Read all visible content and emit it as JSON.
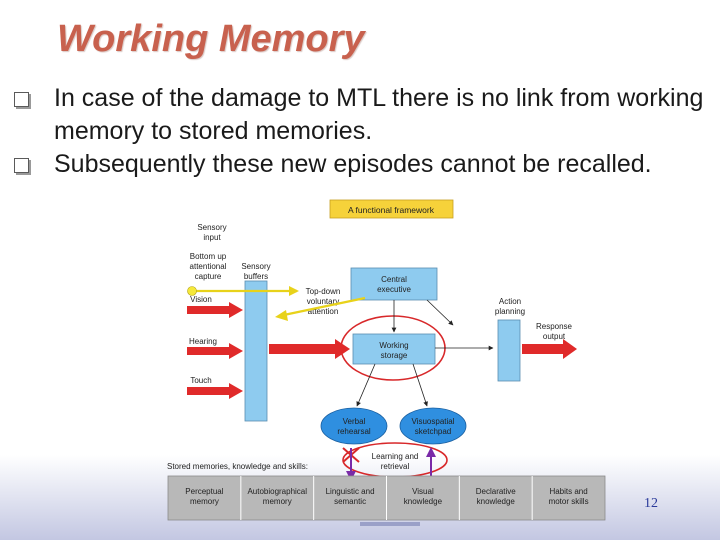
{
  "slide": {
    "title": "Working Memory",
    "bullets": [
      "In case of the damage to MTL there is no link from working memory to stored memories.",
      "Subsequently these new episodes cannot be recalled."
    ],
    "page_number": "12"
  },
  "diagram": {
    "framework_label": "A functional framework",
    "sensory_input_1": "Sensory",
    "sensory_input_2": "input",
    "bottom_up_1": "Bottom up",
    "bottom_up_2": "attentional",
    "bottom_up_3": "capture",
    "sensory_buffers_1": "Sensory",
    "sensory_buffers_2": "buffers",
    "vision": "Vision",
    "hearing": "Hearing",
    "touch": "Touch",
    "top_down_1": "Top-down",
    "top_down_2": "voluntary",
    "top_down_3": "attention",
    "central_exec_1": "Central",
    "central_exec_2": "executive",
    "working_storage_1": "Working",
    "working_storage_2": "storage",
    "action_planning_1": "Action",
    "action_planning_2": "planning",
    "response_output_1": "Response",
    "response_output_2": "output",
    "verbal_1": "Verbal",
    "verbal_2": "rehearsal",
    "visuospatial_1": "Visuospatial",
    "visuospatial_2": "sketchpad",
    "learning_1": "Learning and",
    "learning_2": "retrieval",
    "stored_memories": "Stored memories, knowledge and skills:",
    "memory_cells": [
      [
        "Perceptual",
        "memory"
      ],
      [
        "Autobiographical",
        "memory"
      ],
      [
        "Linguistic and",
        "semantic"
      ],
      [
        "Visual",
        "knowledge"
      ],
      [
        "Declarative",
        "knowledge"
      ],
      [
        "Habits and",
        "motor skills"
      ]
    ]
  },
  "colors": {
    "title": "#c8614e",
    "box_fill": "#8ecbef",
    "arrow_red": "#e02a2a",
    "oval_red": "#d8282a",
    "ellipse_fill": "#2f8fe0",
    "bar_gray": "#b8b8b8",
    "framework_bg": "#f6d23a",
    "purple": "#7a2aa8"
  }
}
